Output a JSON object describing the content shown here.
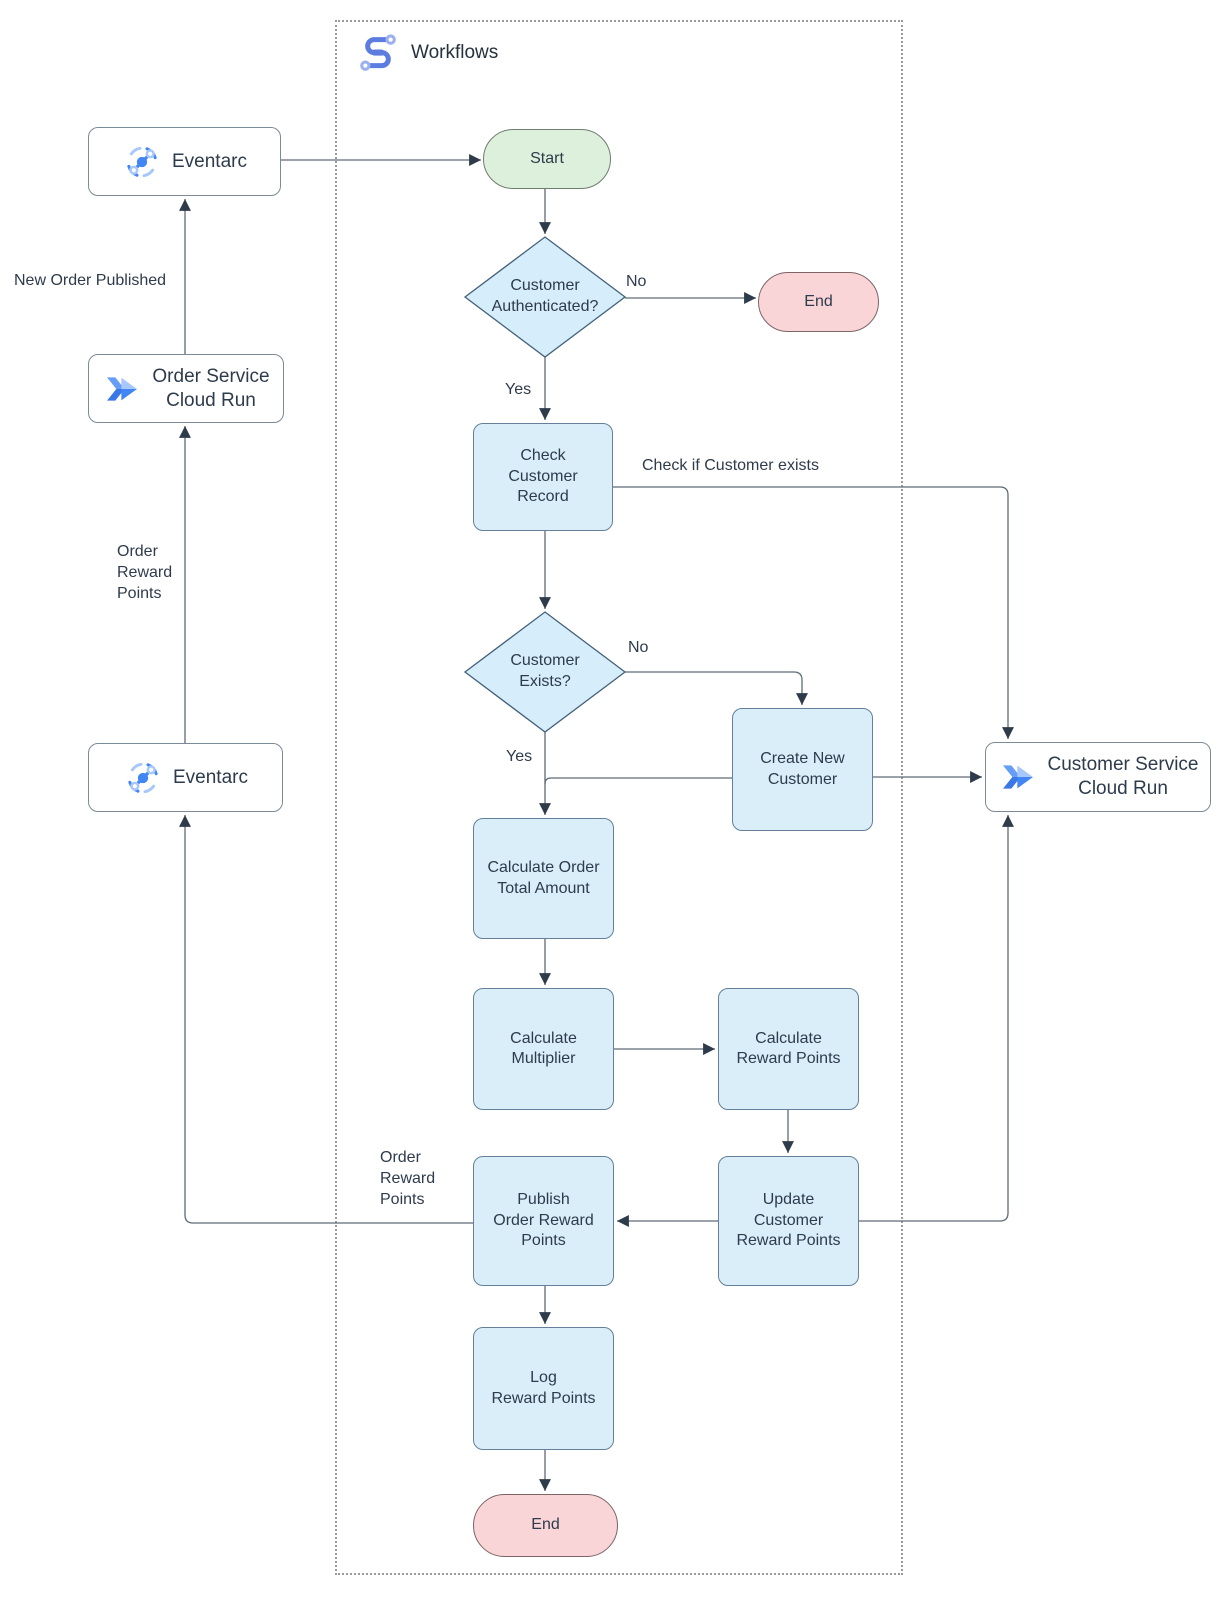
{
  "title": {
    "label": "Workflows"
  },
  "nodes": {
    "eventarc_top": {
      "label": "Eventarc"
    },
    "order_service": {
      "label": "Order Service\nCloud Run"
    },
    "eventarc_bottom": {
      "label": "Eventarc"
    },
    "customer_service": {
      "label": "Customer Service\nCloud Run"
    },
    "start": {
      "label": "Start"
    },
    "customer_authenticated": {
      "label": "Customer\nAuthenticated?"
    },
    "end_top": {
      "label": "End"
    },
    "check_customer_record": {
      "label": "Check\nCustomer\nRecord"
    },
    "customer_exists": {
      "label": "Customer\nExists?"
    },
    "create_new_customer": {
      "label": "Create New\nCustomer"
    },
    "calculate_order_total": {
      "label": "Calculate Order\nTotal Amount"
    },
    "calculate_multiplier": {
      "label": "Calculate\nMultiplier"
    },
    "calculate_reward_points": {
      "label": "Calculate\nReward Points"
    },
    "update_customer_reward_points": {
      "label": "Update\nCustomer\nReward Points"
    },
    "publish_order_reward_points": {
      "label": "Publish\nOrder Reward\nPoints"
    },
    "log_reward_points": {
      "label": "Log\nReward Points"
    },
    "end_bottom": {
      "label": "End"
    }
  },
  "edge_labels": {
    "no_top": "No",
    "yes_top": "Yes",
    "check_if_customer_exists": "Check if Customer exists",
    "no_mid": "No",
    "yes_mid": "Yes",
    "new_order_published": "New Order Published",
    "order_reward_points_left": "Order\nReward\nPoints",
    "order_reward_points_mid": "Order\nReward\nPoints"
  },
  "colors": {
    "process_fill": "#d9eef8",
    "process_border": "#64809a",
    "decision_fill": "#d6edfb",
    "decision_border": "#46627a",
    "start_fill": "#ddf0dc",
    "end_fill": "#f9d5d7",
    "service_border": "#7c8a97",
    "edge_stroke": "#5f6b76",
    "arrow_fill": "#2e3b4a",
    "google_blue": "#4285f4",
    "google_blue_light": "#a8c7fa",
    "workflows_blue": "#5c7ce0"
  }
}
